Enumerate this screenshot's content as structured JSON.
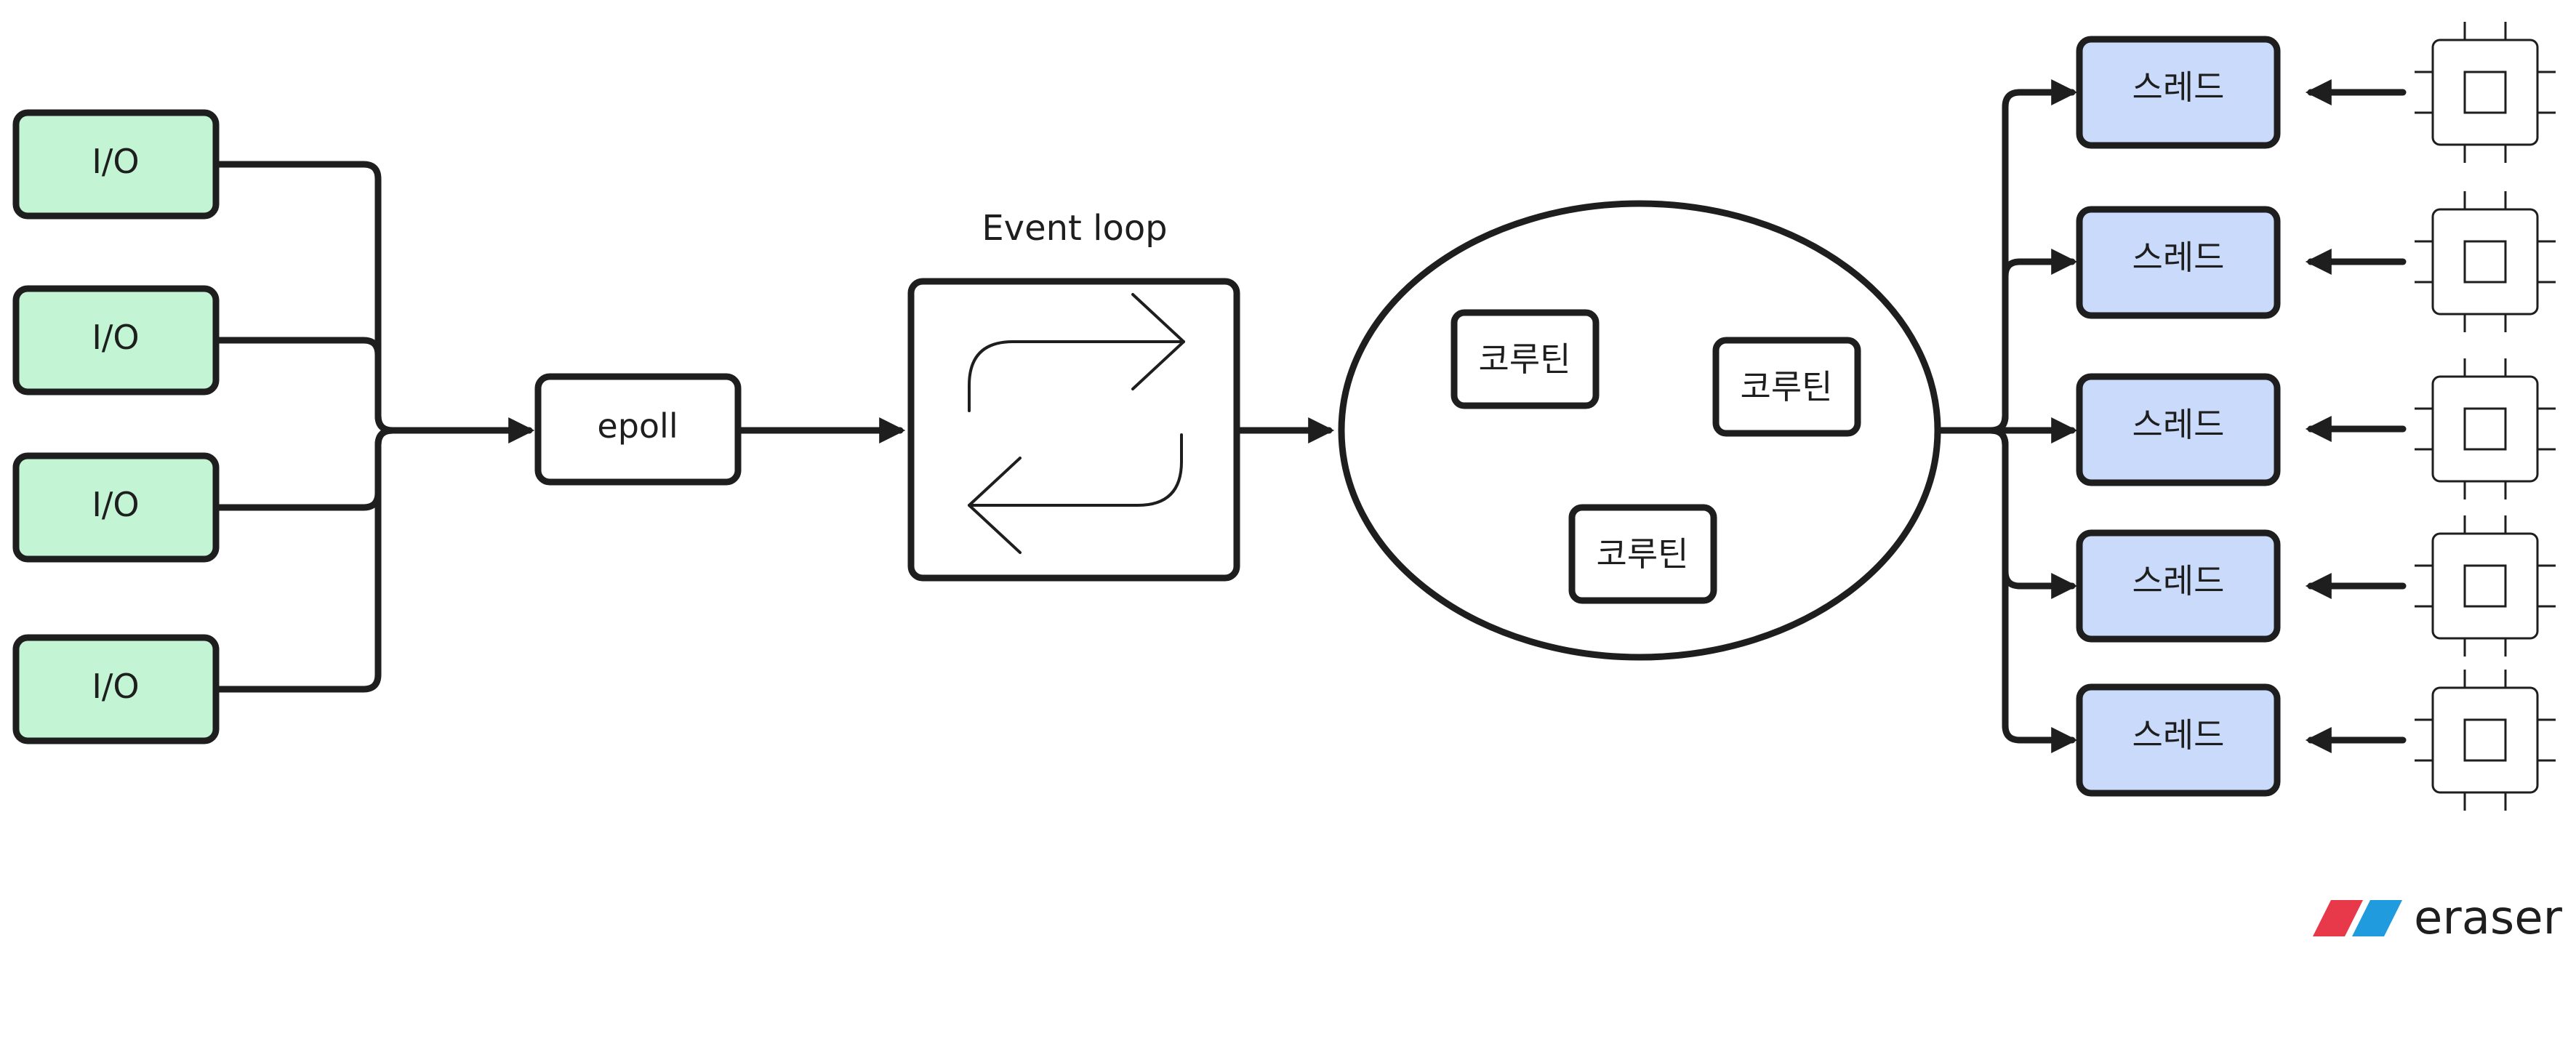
{
  "diagram": {
    "io_label": "I/O",
    "epoll_label": "epoll",
    "event_loop_label": "Event loop",
    "coroutine_label": "코루틴",
    "thread_label": "스레드"
  },
  "brand": {
    "name": "eraser",
    "logo_color_left": "#e8394b",
    "logo_color_right": "#1f9bde"
  },
  "colors": {
    "io_fill": "#c3f5d5",
    "thread_fill": "#c9dafa",
    "stroke": "#1e1e1e"
  }
}
